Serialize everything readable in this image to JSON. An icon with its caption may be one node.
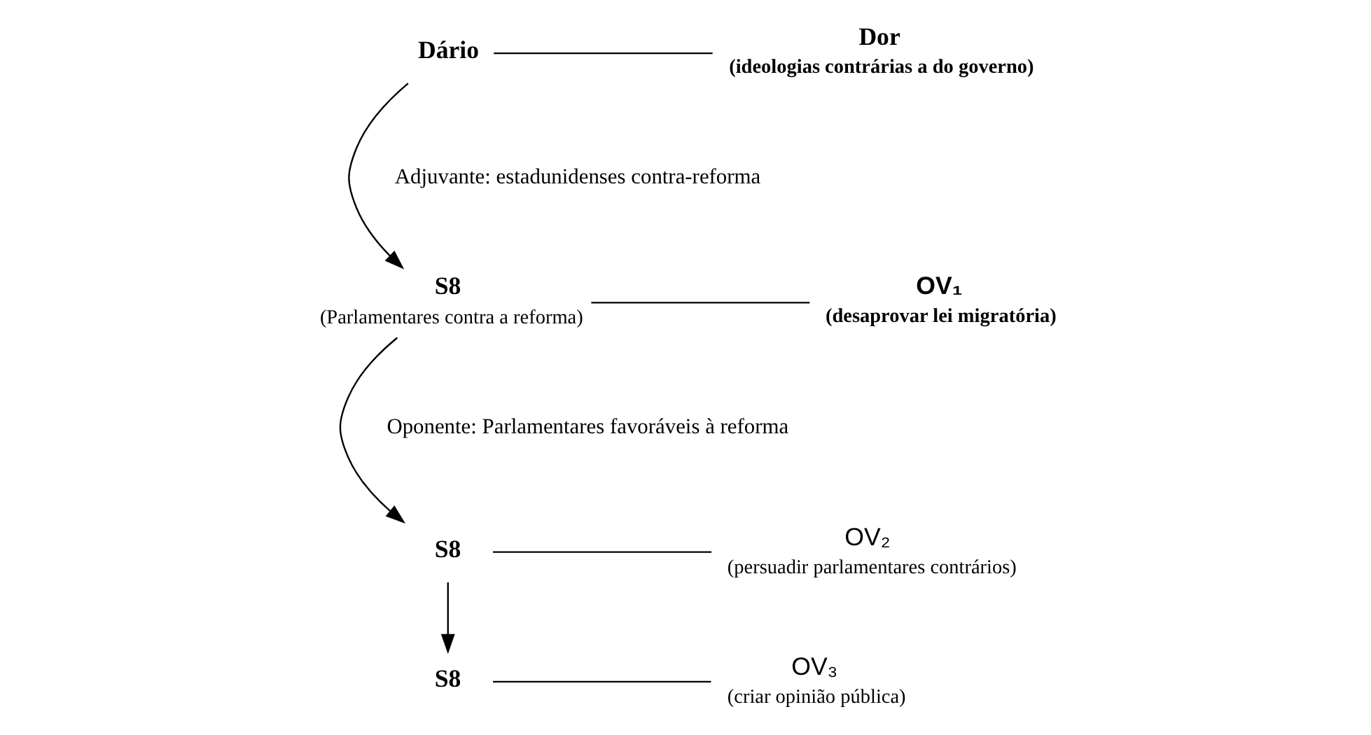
{
  "diagram": {
    "nodes": [
      {
        "text": [
          "Dário"
        ]
      },
      {
        "text": [
          "Dor"
        ],
        "beside": [
          "(ideologias contrárias a do governo)"
        ]
      },
      {
        "text": [
          "S8"
        ],
        "beside": [
          "(Parlamentares contra a reforma)"
        ]
      },
      {
        "text": [
          "OV₁"
        ],
        "beside": [
          "(desaprovar lei migratória)"
        ]
      },
      {
        "text": [
          "S8"
        ]
      },
      {
        "text": [
          "OV₂"
        ],
        "beside": [
          "(persuadir parlamentares contrários)"
        ]
      },
      {
        "text": [
          "S8"
        ]
      },
      {
        "text": [
          "OV₃"
        ],
        "beside": [
          "(criar opinião pública)"
        ]
      }
    ],
    "edges": [
      {
        "from": 0,
        "to": 1,
        "arrow": "none"
      },
      {
        "from": 0,
        "to": 2,
        "arrow": "to"
      },
      {
        "from": 2,
        "to": 3,
        "arrow": "none"
      },
      {
        "from": 2,
        "to": 4,
        "arrow": "to"
      },
      {
        "from": 4,
        "to": 5,
        "arrow": "none"
      },
      {
        "from": 4,
        "to": 6,
        "arrow": "to"
      },
      {
        "from": 6,
        "to": 7,
        "arrow": "none"
      }
    ],
    "labels": [
      "Adjuvante: estadunidenses contra-reforma",
      "Oponente: Parlamentares favoráveis à reforma"
    ]
  }
}
